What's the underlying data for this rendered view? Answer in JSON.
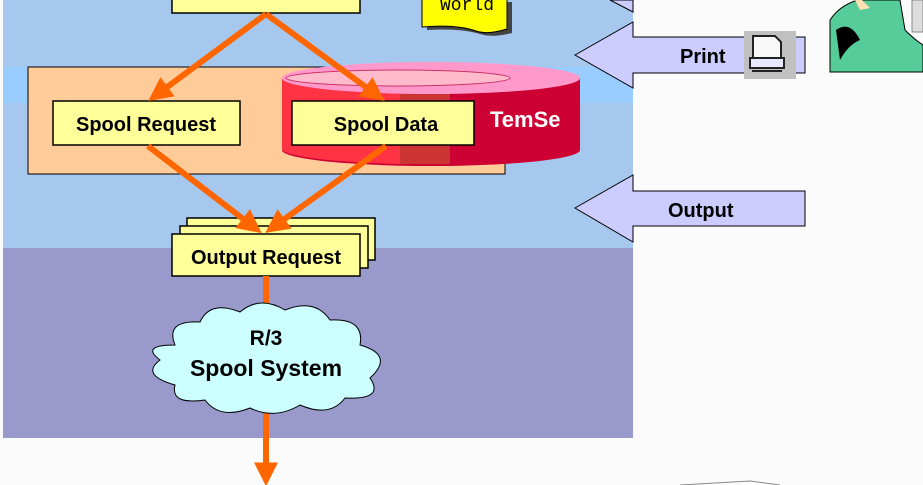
{
  "diagram": {
    "banner_text": "World",
    "nodes": {
      "spool_request": "Spool Request",
      "spool_data": "Spool Data",
      "temse": "TemSe",
      "output_request": "Output Request",
      "spool_system_line1": "R/3",
      "spool_system_line2": "Spool System"
    },
    "side_arrows": {
      "print": "Print",
      "output": "Output"
    },
    "icons": [
      "printer-icon",
      "person-at-computer-icon"
    ],
    "colors": {
      "upper_background": "#a6c8ee",
      "lower_background": "#9999cc",
      "flow_arrow": "#ff6600",
      "node_fill": "#ffff99",
      "temse_body": "#cc0033",
      "side_arrow": "#ccccff"
    }
  }
}
